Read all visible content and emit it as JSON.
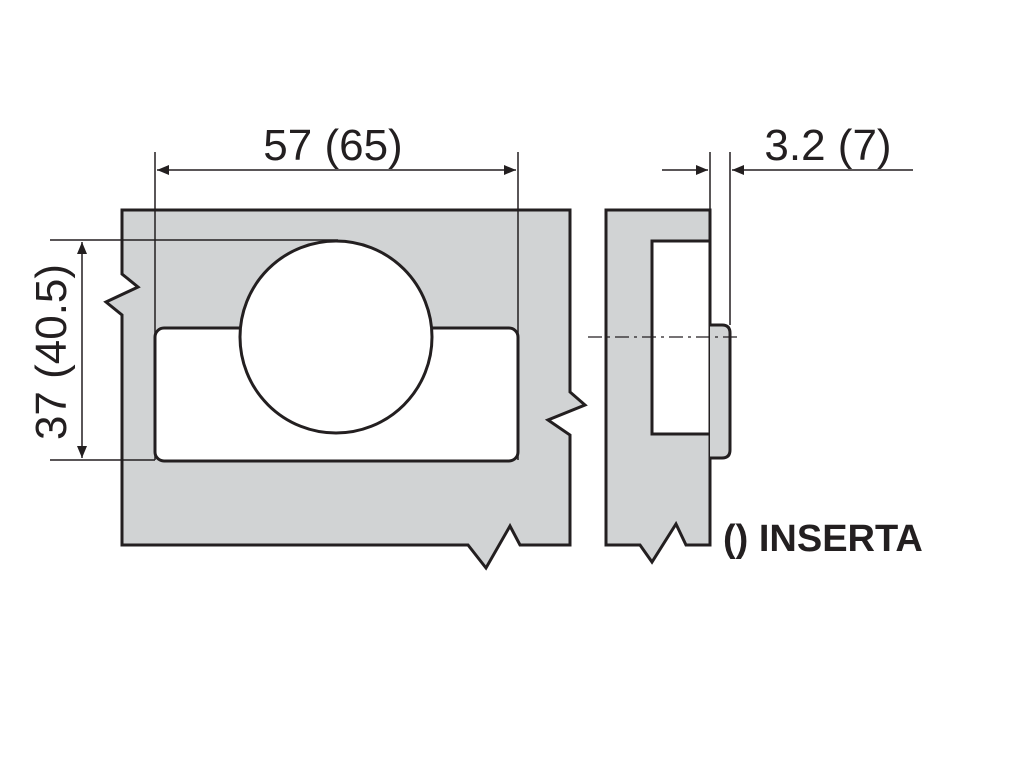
{
  "dimensions": {
    "width": "57 (65)",
    "height": "37 (40.5)",
    "depth": "3.2 (7)"
  },
  "legend": "() INSERTA",
  "colors": {
    "panel_fill": "#d1d3d4",
    "line": "#231f20",
    "background": "#ffffff"
  }
}
